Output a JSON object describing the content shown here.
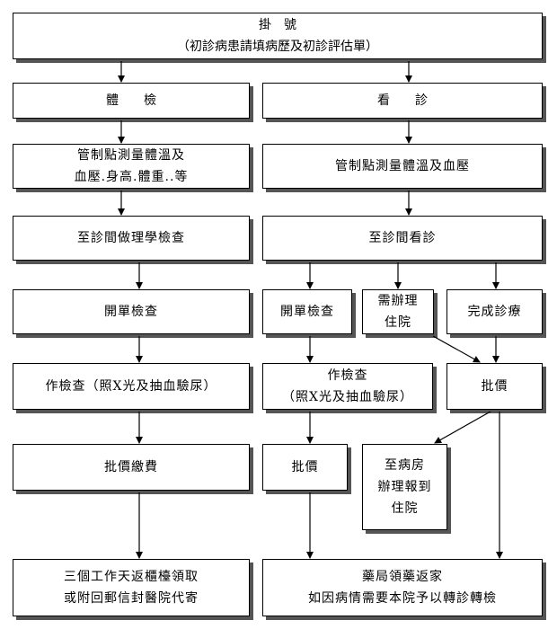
{
  "boxes": {
    "registration": {
      "line1": "掛　號",
      "line2": "（初診病患請填病歷及初診評估單）"
    },
    "physical_exam": {
      "line1": "體　　檢"
    },
    "consult": {
      "line1": "看　　診"
    },
    "vitals_left": {
      "line1": "管制點測量體溫及",
      "line2": "血壓.身高.體重..等"
    },
    "vitals_right": {
      "line1": "管制點測量體溫及血壓"
    },
    "lab_to_clinic": {
      "line1": "至診間做理學檢查"
    },
    "to_clinic": {
      "line1": "至診間看診"
    },
    "order_left": {
      "line1": "開單檢查"
    },
    "order_right": {
      "line1": "開單檢查"
    },
    "admission_needed": {
      "line1": "需辦理",
      "line2": "住院"
    },
    "treatment_done": {
      "line1": "完成診療"
    },
    "exam_left": {
      "line1": "作檢查（照X光及抽血驗尿）"
    },
    "exam_right": {
      "line1": "作檢查",
      "line2": "（照X光及抽血驗尿）"
    },
    "pricing_right": {
      "line1": "批價"
    },
    "pay_left": {
      "line1": "批價繳費"
    },
    "pricing_mid": {
      "line1": "批價"
    },
    "ward": {
      "line1": "至病房",
      "line2": "辦理報到",
      "line3": "住院"
    },
    "report_pickup": {
      "line1": "三個工作天返櫃檯領取",
      "line2": "或附回郵信封醫院代寄"
    },
    "pharmacy": {
      "line1": "藥局領藥返家",
      "line2": "如因病情需要本院予以轉診轉檢"
    }
  }
}
